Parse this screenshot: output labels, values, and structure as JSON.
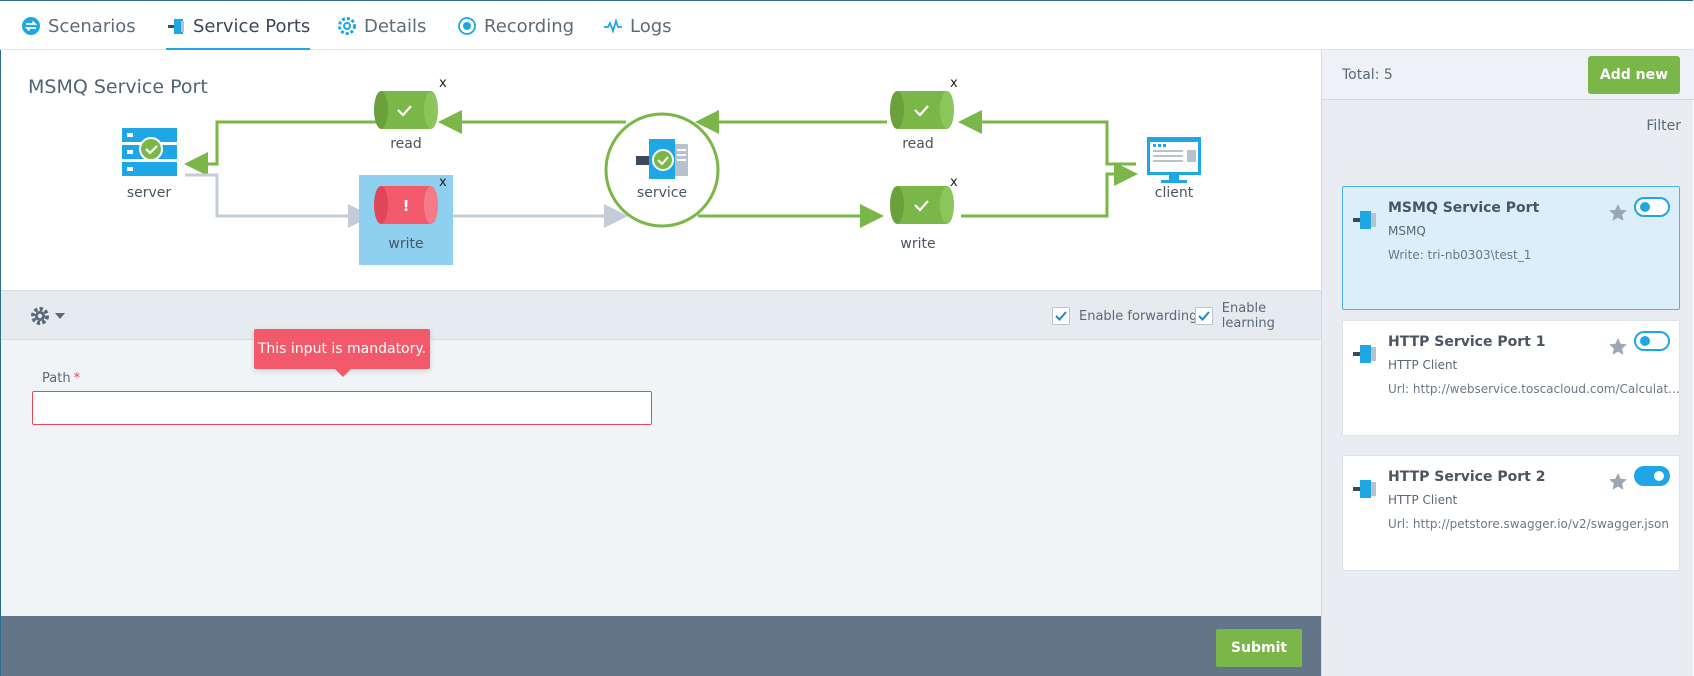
{
  "tabs": [
    {
      "label": "Scenarios",
      "icon": "swap-icon"
    },
    {
      "label": "Service Ports",
      "icon": "service-port-icon"
    },
    {
      "label": "Details",
      "icon": "gear-icon"
    },
    {
      "label": "Recording",
      "icon": "record-icon"
    },
    {
      "label": "Logs",
      "icon": "pulse-icon"
    }
  ],
  "active_tab": "Service Ports",
  "diagram": {
    "title": "MSMQ Service Port",
    "nodes": {
      "server": "server",
      "service": "service",
      "client": "client",
      "left_read": "read",
      "left_write": "write",
      "right_read": "read",
      "right_write": "write",
      "close": "x"
    }
  },
  "toolbar": {
    "enable_forwarding": "Enable forwarding",
    "enable_learning": "Enable learning"
  },
  "form": {
    "path_label": "Path",
    "required_mark": "*",
    "path_value": "",
    "tooltip": "This input is mandatory."
  },
  "footer": {
    "submit": "Submit"
  },
  "sidebar": {
    "total": "Total: 5",
    "add_new": "Add new",
    "filter": "Filter",
    "cards": [
      {
        "title": "MSMQ Service Port",
        "type": "MSMQ",
        "detail": "Write: tri-nb0303\\test_1",
        "enabled": false,
        "selected": true
      },
      {
        "title": "HTTP Service Port 1",
        "type": "HTTP Client",
        "detail": "Url: http://webservice.toscacloud.com/Calculat...",
        "enabled": false,
        "selected": false
      },
      {
        "title": "HTTP Service Port 2",
        "type": "HTTP Client",
        "detail": "Url: http://petstore.swagger.io/v2/swagger.json",
        "enabled": true,
        "selected": false
      }
    ]
  },
  "colors": {
    "accent": "#1ea7e4",
    "green": "#7ab648",
    "error": "#f25a6b",
    "footer": "#637589"
  }
}
